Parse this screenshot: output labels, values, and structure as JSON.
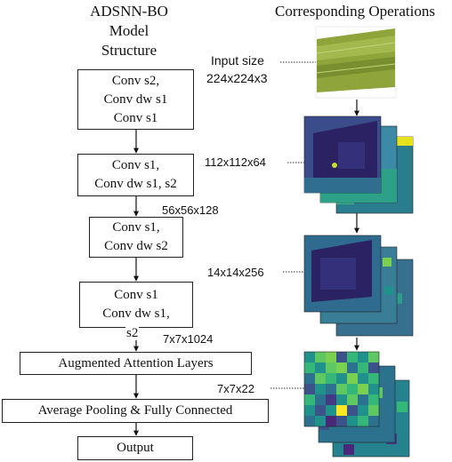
{
  "left_title": [
    "ADSNN-BO",
    "Model",
    "Structure"
  ],
  "right_title": "Corresponding Operations",
  "input_label": [
    "Input size",
    "224x224x3"
  ],
  "blocks": [
    {
      "lines": [
        "Conv s2,",
        "Conv dw s1",
        "Conv s1"
      ]
    },
    {
      "lines": [
        "Conv s1,",
        "Conv dw s1, s2"
      ]
    },
    {
      "lines": [
        "Conv s1,",
        "Conv dw s2"
      ]
    },
    {
      "lines": [
        "Conv s1",
        "Conv dw s1,"
      ]
    },
    {
      "lines": [
        "Augmented Attention Layers"
      ]
    },
    {
      "lines": [
        "Average Pooling & Fully Connected"
      ]
    },
    {
      "lines": [
        "Output"
      ]
    }
  ],
  "overflow_text": "s2",
  "dimensions": [
    "112x112x64",
    "56x56x128",
    "14x14x256",
    "7x7x1024",
    "7x7x22"
  ]
}
